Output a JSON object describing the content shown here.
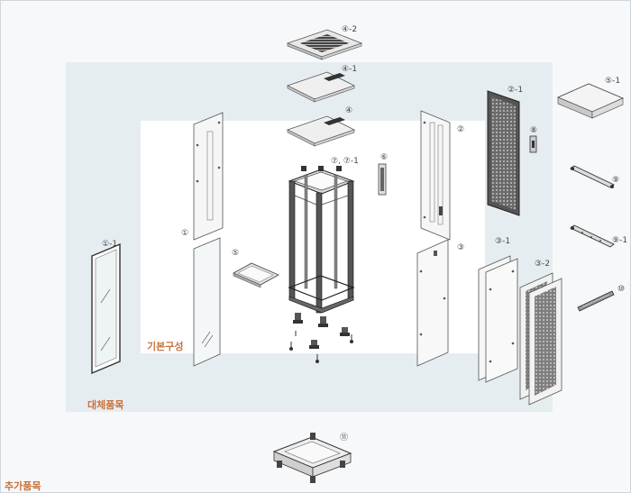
{
  "zones": {
    "basic_label": "기본구성",
    "alt_label": "대체품목",
    "extra_label": "추가품목"
  },
  "parts": {
    "top_cover_4_2": "④-2",
    "top_cover_4_1": "④-1",
    "top_cover_4": "④",
    "frame_7": "⑦, ⑦-1",
    "handle_6": "⑥",
    "glass_door_1": "①",
    "glass_door_1_1": "①-1",
    "shelf_5": "⑤",
    "shelf_5_1": "⑤-1",
    "rear_door_2": "②",
    "mesh_door_2_1": "②-1",
    "lock_8": "⑧",
    "side_panel_3": "③",
    "side_panel_3_1": "③-1",
    "side_panel_3_2": "③-2",
    "bar_9": "⑨",
    "bar_9_1": "⑨-1",
    "bracket_10": "⑩",
    "base_11": "⑪"
  }
}
